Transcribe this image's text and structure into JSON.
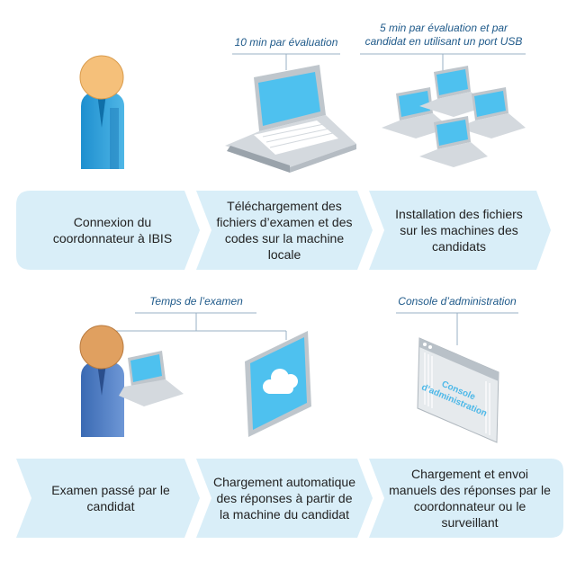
{
  "notes": {
    "top_mid": "10 min par évaluation",
    "top_right_line1": "5 min par évaluation et par",
    "top_right_line2": "candidat en utilisant un port USB",
    "bottom_mid": "Temps de l’examen",
    "bottom_right": "Console d’administration"
  },
  "steps_row1": [
    "Connexion du coordonnateur à IBIS",
    "Téléchargement des fichiers d’examen et des codes sur la machine locale",
    "Installation des fichiers sur les machines des candidats"
  ],
  "steps_row2": [
    "Examen passé par le candidat",
    "Chargement automatique des réponses à partir de la machine du candidat",
    "Chargement et envoi manuels des réponses par le coordonnateur ou le surveillant"
  ],
  "console_label_line1": "Console",
  "console_label_line2": "d’administration",
  "colors": {
    "arrow_fill": "#d9eef8",
    "accent": "#4db8e8",
    "note_text": "#1f5a8a"
  }
}
